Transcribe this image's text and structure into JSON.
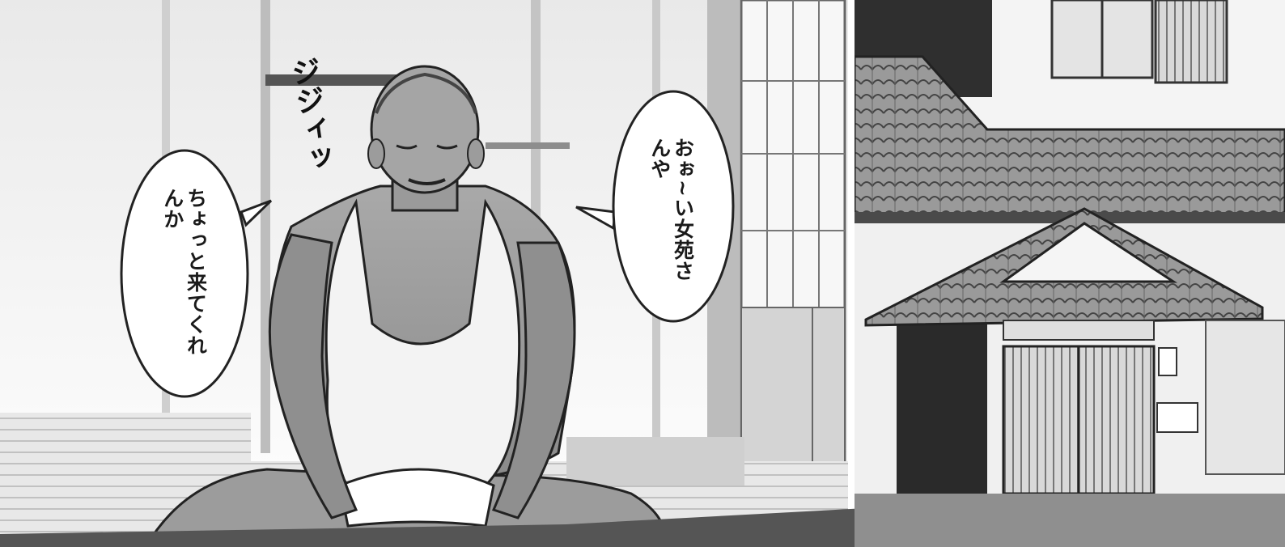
{
  "panels": {
    "left": {
      "sound_effect": "ジジィッ",
      "bubble_left": "ちょっと来てくれんか",
      "bubble_right": "おぉ~い女苑さんや"
    },
    "right": {}
  }
}
